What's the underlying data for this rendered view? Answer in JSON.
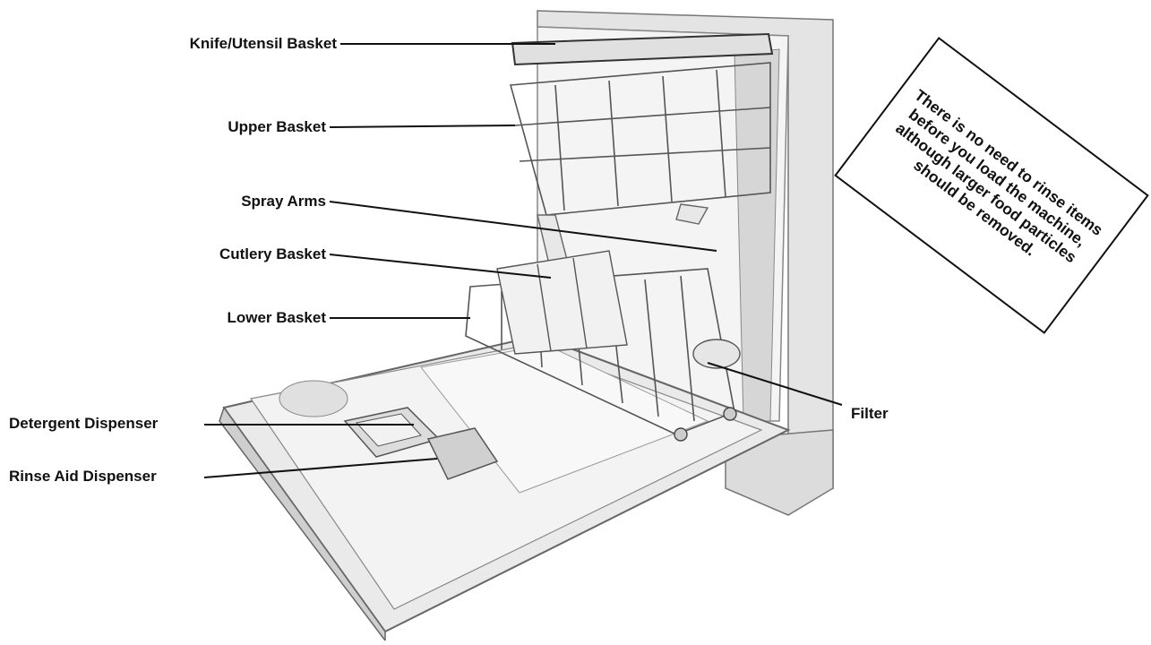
{
  "labels": {
    "knife_utensil_basket": "Knife/Utensil  Basket",
    "upper_basket": "Upper Basket",
    "spray_arms": "Spray Arms",
    "cutlery_basket": "Cutlery Basket",
    "lower_basket": "Lower Basket",
    "detergent_dispenser": "Detergent Dispenser",
    "rinse_aid_dispenser": "Rinse Aid Dispenser",
    "filter": "Filter"
  },
  "note": "There is no need to rinse items before you load the machine, although larger food particles should be removed.",
  "colors": {
    "line": "#111111",
    "body": "#d8d8d8",
    "tub": "#eeeeee",
    "rack": "#555555"
  }
}
